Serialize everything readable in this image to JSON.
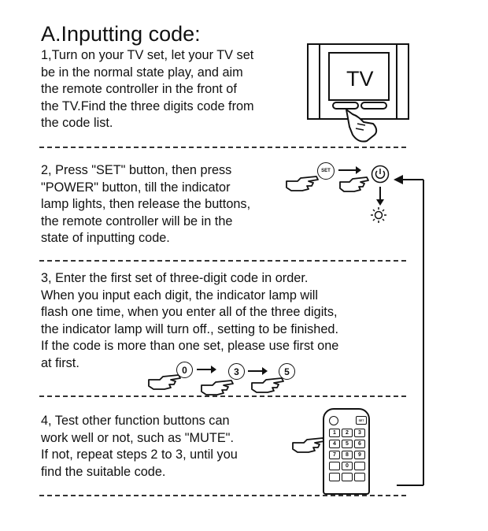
{
  "title": "A.Inputting code:",
  "step1": {
    "lines": [
      "1,Turn on your TV set, let your TV set",
      "be in the normal state play, and aim",
      "the remote controller in the front of",
      "the TV.Find the three digits code from",
      "the code list."
    ],
    "tv_label": "TV"
  },
  "step2": {
    "lines": [
      "2, Press \"SET\" button, then press",
      "\"POWER\" button, till the indicator",
      "lamp lights, then release the buttons,",
      "the remote controller will be in the",
      "state of inputting code."
    ],
    "set_button_label": "SET"
  },
  "step3": {
    "lines": [
      "3, Enter the first set of three-digit code in order.",
      "When you input each digit, the indicator lamp will",
      "flash one time, when you enter all of the three digits,",
      "the indicator lamp will turn off., setting to be finished.",
      "If the code is more than one set, please use first one",
      "at first."
    ],
    "digits": [
      "0",
      "3",
      "5"
    ]
  },
  "step4": {
    "lines": [
      "4, Test other function buttons can",
      "work well or not, such as \"MUTE\".",
      "If not, repeat steps 2 to 3, until you",
      "find the suitable code."
    ],
    "remote_set_label": "SET",
    "remote_keys": [
      "1",
      "2",
      "3",
      "4",
      "5",
      "6",
      "7",
      "8",
      "9",
      "0"
    ]
  }
}
